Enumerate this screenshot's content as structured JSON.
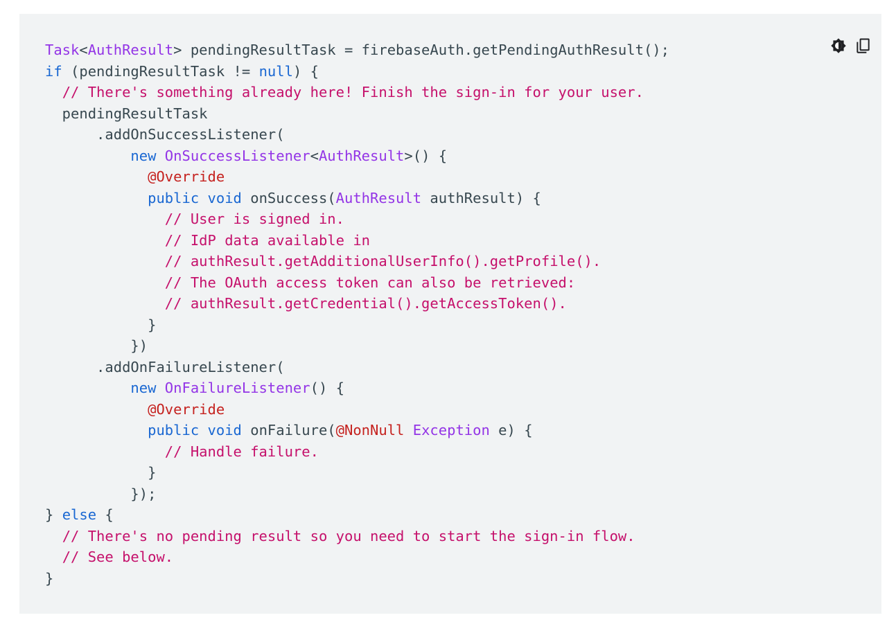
{
  "toolbar": {
    "theme_icon": "contrast-icon",
    "copy_icon": "copy-icon"
  },
  "colors": {
    "background": "#f1f3f4",
    "plain": "#37474f",
    "type": "#9334e6",
    "keyword": "#1967d2",
    "comment": "#c5106b",
    "annotation": "#c5221f"
  },
  "code": {
    "lines": [
      [
        [
          "type",
          "Task"
        ],
        [
          "plain",
          "<"
        ],
        [
          "type",
          "AuthResult"
        ],
        [
          "plain",
          "> pendingResultTask = firebaseAuth.getPendingAuthResult();"
        ]
      ],
      [
        [
          "kw",
          "if"
        ],
        [
          "plain",
          " (pendingResultTask != "
        ],
        [
          "kw",
          "null"
        ],
        [
          "plain",
          ") {"
        ]
      ],
      [
        [
          "plain",
          "  "
        ],
        [
          "com",
          "// There's something already here! Finish the sign-in for your user."
        ]
      ],
      [
        [
          "plain",
          "  pendingResultTask"
        ]
      ],
      [
        [
          "plain",
          "      .addOnSuccessListener("
        ]
      ],
      [
        [
          "plain",
          "          "
        ],
        [
          "kw",
          "new"
        ],
        [
          "plain",
          " "
        ],
        [
          "type",
          "OnSuccessListener"
        ],
        [
          "plain",
          "<"
        ],
        [
          "type",
          "AuthResult"
        ],
        [
          "plain",
          ">() {"
        ]
      ],
      [
        [
          "plain",
          "            "
        ],
        [
          "ann",
          "@Override"
        ]
      ],
      [
        [
          "plain",
          "            "
        ],
        [
          "kw",
          "public"
        ],
        [
          "plain",
          " "
        ],
        [
          "kw",
          "void"
        ],
        [
          "plain",
          " onSuccess("
        ],
        [
          "type",
          "AuthResult"
        ],
        [
          "plain",
          " authResult) {"
        ]
      ],
      [
        [
          "plain",
          "              "
        ],
        [
          "com",
          "// User is signed in."
        ]
      ],
      [
        [
          "plain",
          "              "
        ],
        [
          "com",
          "// IdP data available in"
        ]
      ],
      [
        [
          "plain",
          "              "
        ],
        [
          "com",
          "// authResult.getAdditionalUserInfo().getProfile()."
        ]
      ],
      [
        [
          "plain",
          "              "
        ],
        [
          "com",
          "// The OAuth access token can also be retrieved:"
        ]
      ],
      [
        [
          "plain",
          "              "
        ],
        [
          "com",
          "// authResult.getCredential().getAccessToken()."
        ]
      ],
      [
        [
          "plain",
          "            }"
        ]
      ],
      [
        [
          "plain",
          "          })"
        ]
      ],
      [
        [
          "plain",
          "      .addOnFailureListener("
        ]
      ],
      [
        [
          "plain",
          "          "
        ],
        [
          "kw",
          "new"
        ],
        [
          "plain",
          " "
        ],
        [
          "type",
          "OnFailureListener"
        ],
        [
          "plain",
          "() {"
        ]
      ],
      [
        [
          "plain",
          "            "
        ],
        [
          "ann",
          "@Override"
        ]
      ],
      [
        [
          "plain",
          "            "
        ],
        [
          "kw",
          "public"
        ],
        [
          "plain",
          " "
        ],
        [
          "kw",
          "void"
        ],
        [
          "plain",
          " onFailure("
        ],
        [
          "ann",
          "@NonNull"
        ],
        [
          "plain",
          " "
        ],
        [
          "type",
          "Exception"
        ],
        [
          "plain",
          " e) {"
        ]
      ],
      [
        [
          "plain",
          "              "
        ],
        [
          "com",
          "// Handle failure."
        ]
      ],
      [
        [
          "plain",
          "            }"
        ]
      ],
      [
        [
          "plain",
          "          });"
        ]
      ],
      [
        [
          "plain",
          "} "
        ],
        [
          "kw",
          "else"
        ],
        [
          "plain",
          " {"
        ]
      ],
      [
        [
          "plain",
          "  "
        ],
        [
          "com",
          "// There's no pending result so you need to start the sign-in flow."
        ]
      ],
      [
        [
          "plain",
          "  "
        ],
        [
          "com",
          "// See below."
        ]
      ],
      [
        [
          "plain",
          "}"
        ]
      ]
    ]
  }
}
